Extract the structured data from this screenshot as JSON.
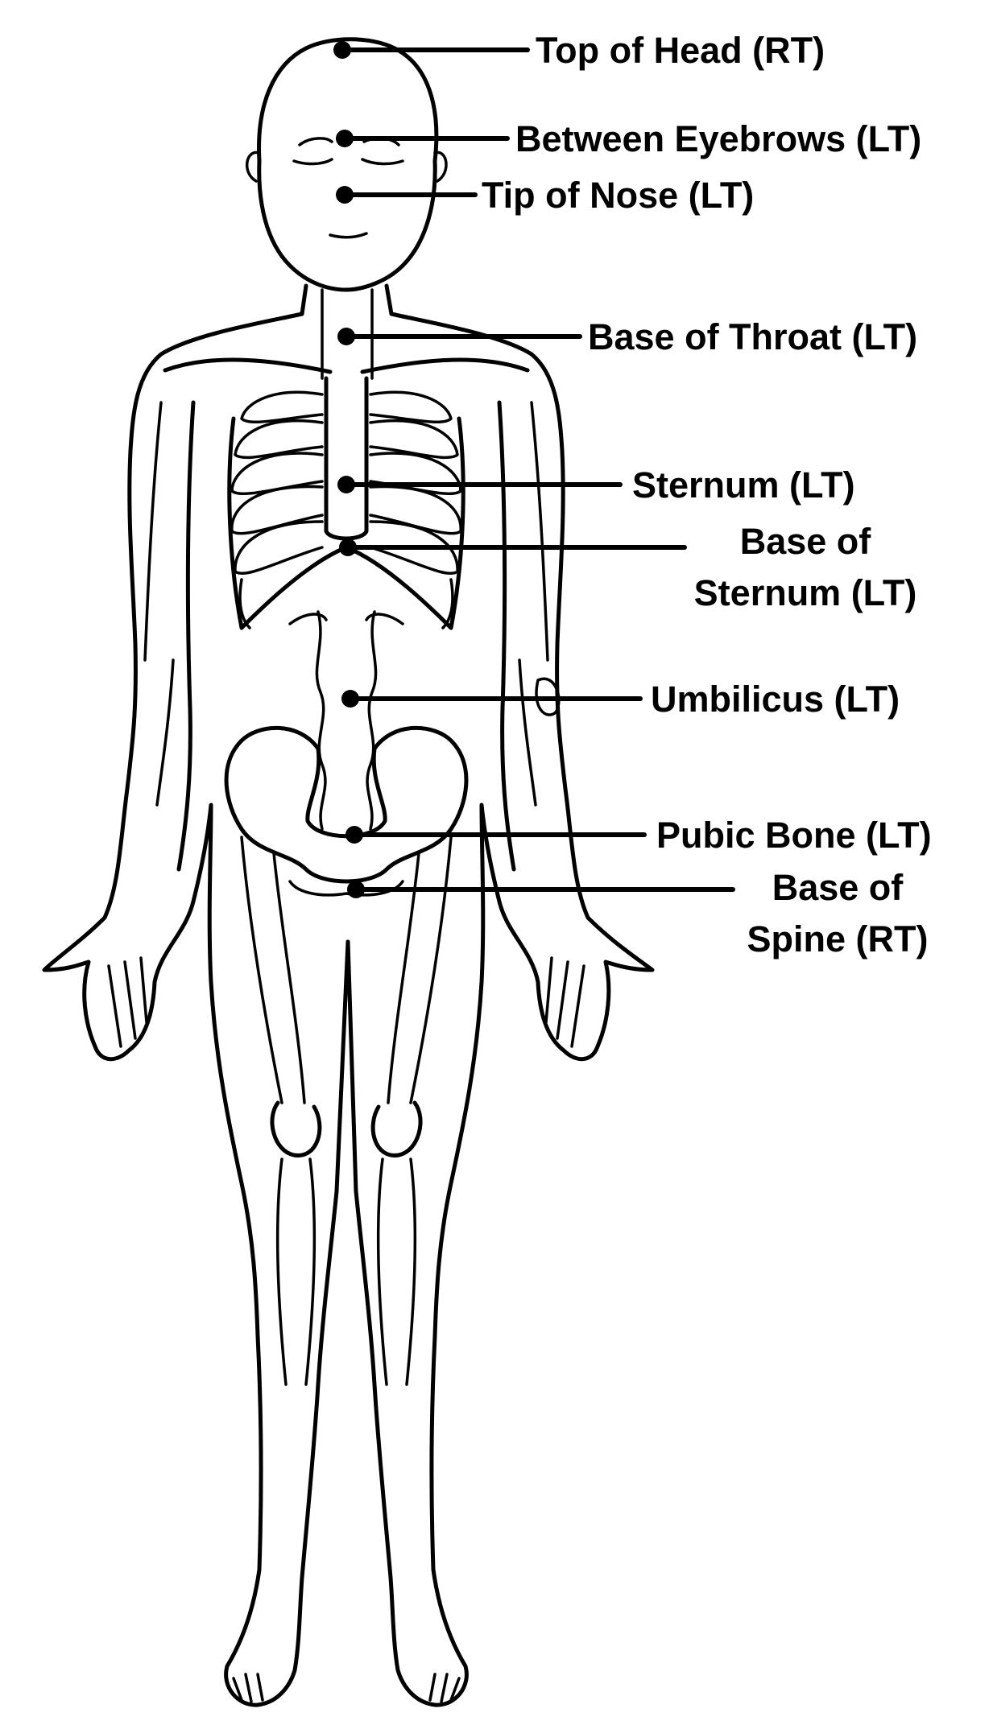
{
  "diagram": {
    "labels": [
      {
        "id": "top-of-head",
        "text": "Top of Head (RT)"
      },
      {
        "id": "between-eyebrows",
        "text": "Between Eyebrows (LT)"
      },
      {
        "id": "tip-of-nose",
        "text": "Tip of Nose (LT)"
      },
      {
        "id": "base-of-throat",
        "text": "Base of Throat (LT)"
      },
      {
        "id": "sternum",
        "text": "Sternum (LT)"
      },
      {
        "id": "base-of-sternum-line1",
        "text": "Base of"
      },
      {
        "id": "base-of-sternum-line2",
        "text": "Sternum (LT)"
      },
      {
        "id": "umbilicus",
        "text": "Umbilicus (LT)"
      },
      {
        "id": "pubic-bone",
        "text": "Pubic Bone (LT)"
      },
      {
        "id": "base-of-spine-line1",
        "text": "Base of"
      },
      {
        "id": "base-of-spine-line2",
        "text": "Spine (RT)"
      }
    ]
  }
}
